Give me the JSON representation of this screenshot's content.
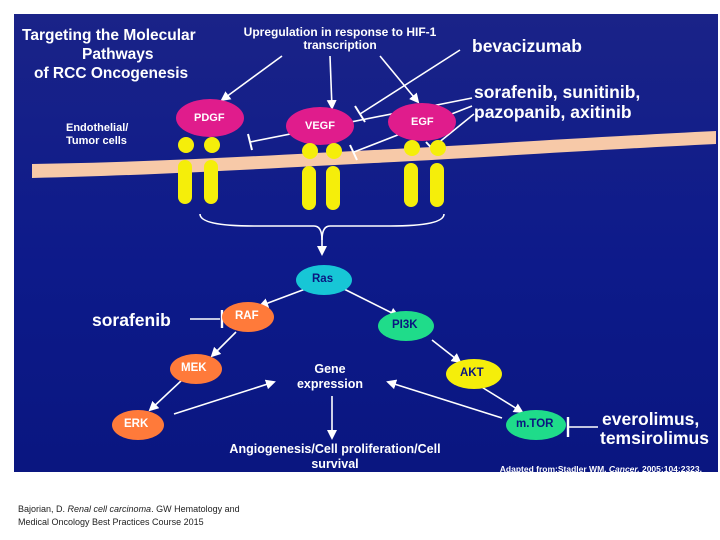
{
  "title_lines": [
    "Targeting the Molecular",
    "Pathways",
    "of RCC Oncogenesis"
  ],
  "hif_lines": [
    "Upregulation in response to HIF-1",
    "transcription"
  ],
  "drugs": {
    "bevacizumab": "bevacizumab",
    "tki_line1": "sorafenib, sunitinib,",
    "tki_line2": "pazopanib, axitinib",
    "sorafenib": "sorafenib",
    "mtor_line1": "everolimus,",
    "mtor_line2": "temsirolimus"
  },
  "cell_label_lines": [
    "Endothelial/",
    "Tumor cells"
  ],
  "ligands": [
    "PDGF",
    "VEGF",
    "EGF"
  ],
  "nodes": {
    "ras": "Ras",
    "raf": "RAF",
    "pi3k": "PI3K",
    "mek": "MEK",
    "akt": "AKT",
    "erk": "ERK",
    "mtor": "m.TOR"
  },
  "gene_expression_lines": [
    "Gene",
    "expression"
  ],
  "outcome_lines": [
    "Angiogenesis/Cell proliferation/Cell",
    "survival"
  ],
  "credit": {
    "prefix": "Adapted from;Stadler WM. ",
    "journal": "Cancer.",
    "suffix": " 2005;104:2323."
  },
  "footer": {
    "author": "Bajorian, D. ",
    "topic": "Renal cell carcinoma",
    "rest_line1": ". GW Hematology and",
    "line2": "Medical Oncology Best Practices Course 2015"
  },
  "colors": {
    "background": "#1226a0",
    "ligand": "#e01c8c",
    "receptor": "#f5ee0a",
    "membrane": "#f7c9a8",
    "ras": "#17c6d6",
    "raf": "#ff7a3a",
    "pi3k": "#1fdc8a",
    "mek": "#ff7a3a",
    "akt": "#f5ee0a",
    "erk": "#ff7a3a",
    "mtor": "#1fdc8a"
  }
}
